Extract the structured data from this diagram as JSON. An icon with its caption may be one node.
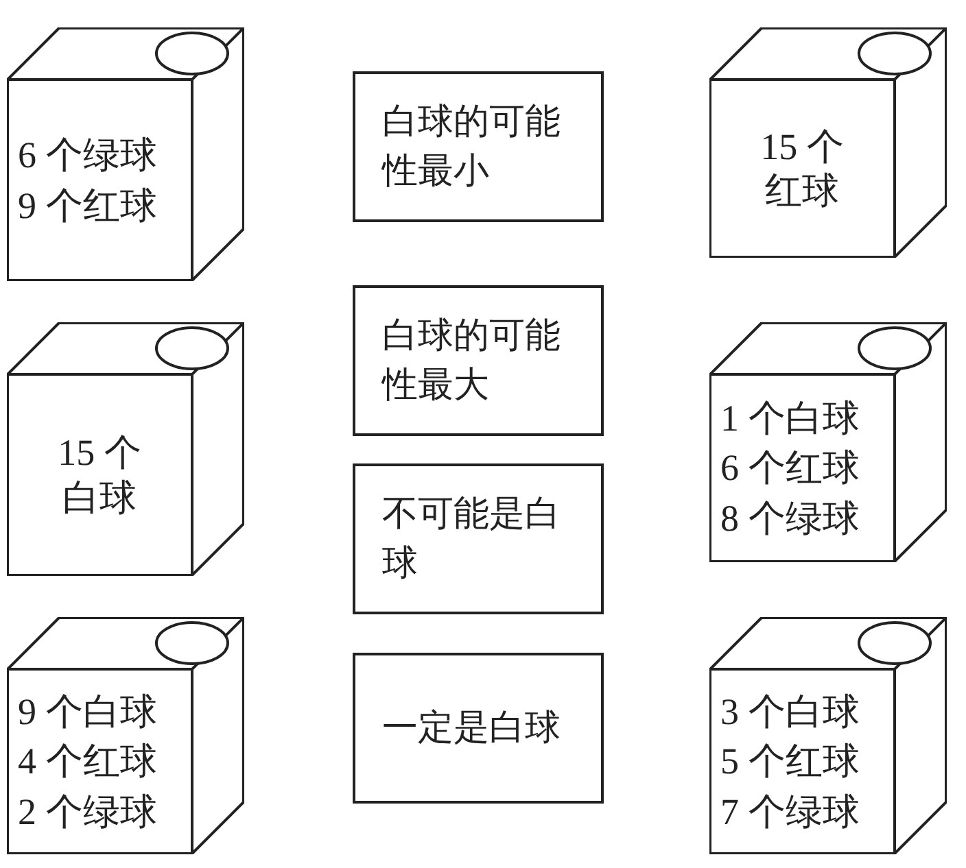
{
  "diagram": {
    "nodes": [
      {
        "text": [
          "6 个绿球",
          "9 个红球"
        ]
      },
      {
        "text": [
          "白球的可能性最小"
        ]
      },
      {
        "text": [
          "15 个红球"
        ]
      },
      {
        "text": [
          "15 个白球"
        ]
      },
      {
        "text": [
          "白球的可能性最大"
        ]
      },
      {
        "text": [
          "1 个白球",
          "6 个红球",
          "8 个绿球"
        ]
      },
      {
        "text": [
          "不可能是白球"
        ]
      },
      {
        "text": [
          "9 个白球",
          "4 个红球",
          "2 个绿球"
        ]
      },
      {
        "text": [
          "一定是白球"
        ]
      },
      {
        "text": [
          "3 个白球",
          "5 个红球",
          "7 个绿球"
        ]
      }
    ],
    "edges": []
  }
}
